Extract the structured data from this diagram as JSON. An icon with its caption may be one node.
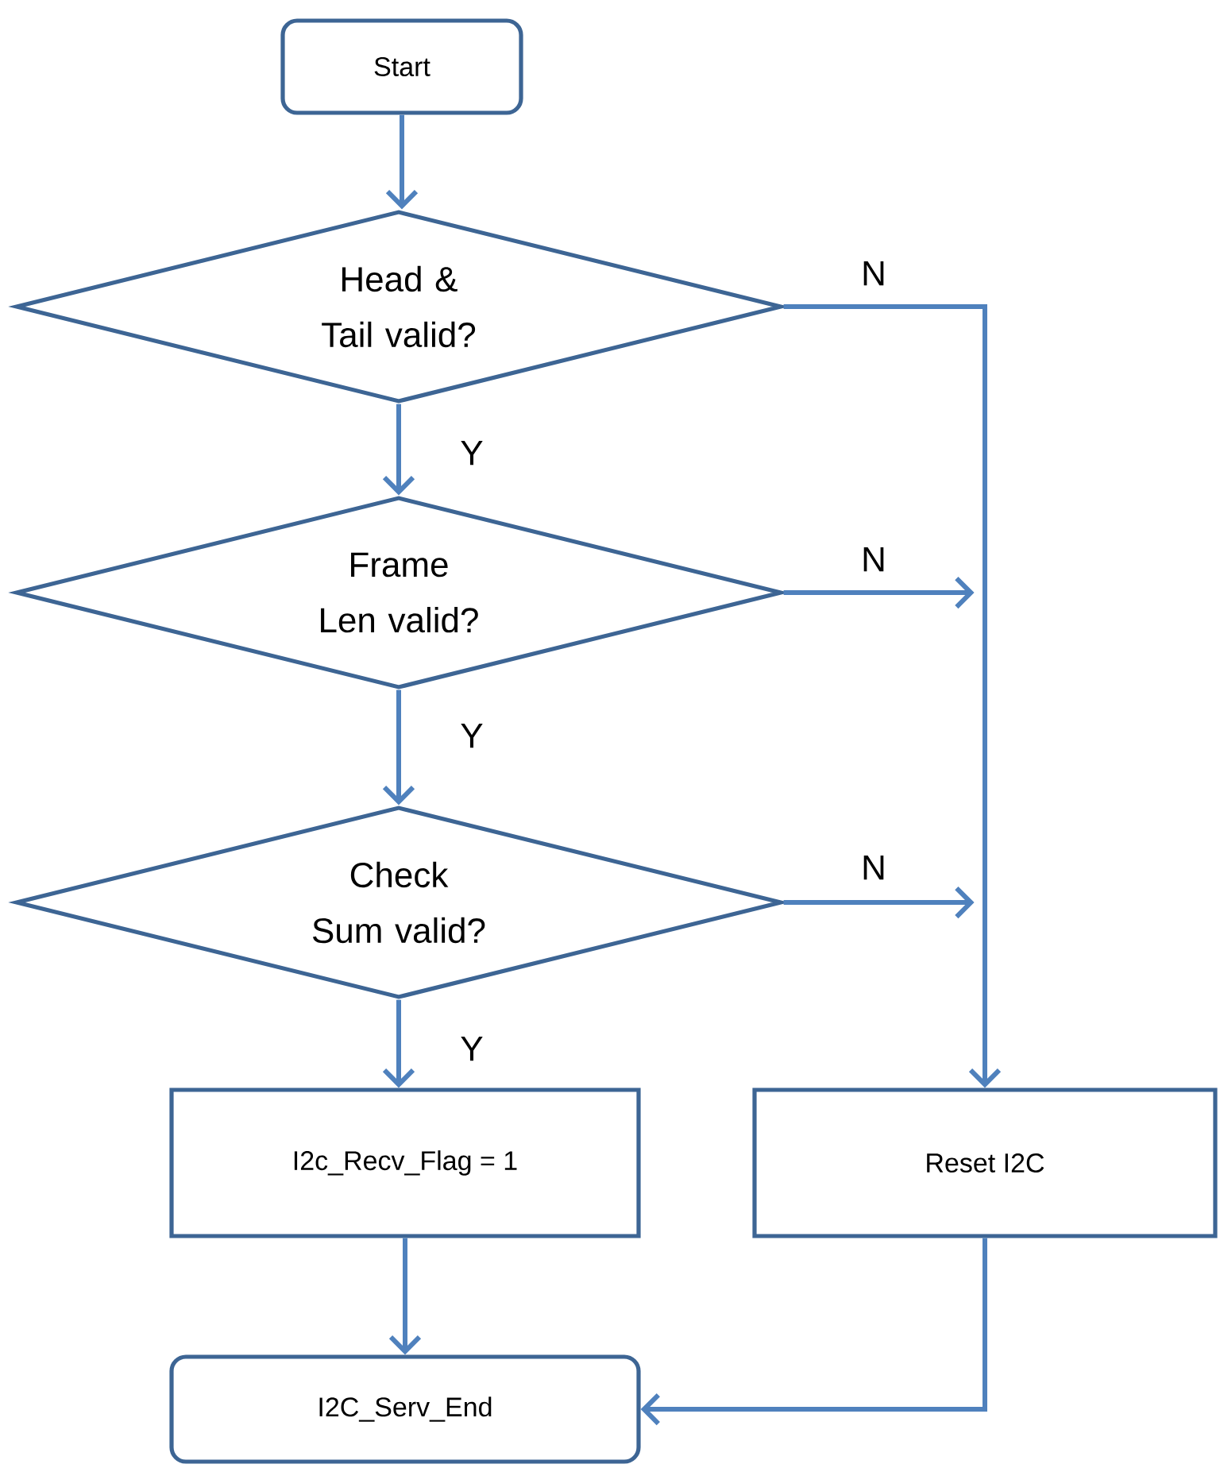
{
  "diagram": {
    "nodes": [
      {
        "text": [
          "Start"
        ]
      },
      {
        "text": [
          "Head & Tail valid?"
        ]
      },
      {
        "text": [
          "Frame Len valid?"
        ]
      },
      {
        "text": [
          "Check Sum valid?"
        ]
      },
      {
        "text": [
          "I2c_Recv_Flag = 1"
        ]
      },
      {
        "text": [
          "Reset I2C"
        ]
      },
      {
        "text": [
          "I2C_Serv_End"
        ]
      }
    ],
    "edges": [
      {
        "from": 0,
        "to": 1,
        "arrow": "to"
      },
      {
        "from": 1,
        "to": 5,
        "arrow": "to",
        "label": "N"
      },
      {
        "from": 1,
        "to": 2,
        "arrow": "to",
        "label": "Y"
      },
      {
        "from": 2,
        "to": null,
        "arrow": "to",
        "label": "N"
      },
      {
        "from": 2,
        "to": 3,
        "arrow": "to",
        "label": "Y"
      },
      {
        "from": 3,
        "to": null,
        "arrow": "to",
        "label": "N"
      },
      {
        "from": 3,
        "to": 4,
        "arrow": "to",
        "label": "Y"
      },
      {
        "from": 4,
        "to": 6,
        "arrow": "to"
      },
      {
        "from": 5,
        "to": 6,
        "arrow": "to"
      }
    ]
  }
}
